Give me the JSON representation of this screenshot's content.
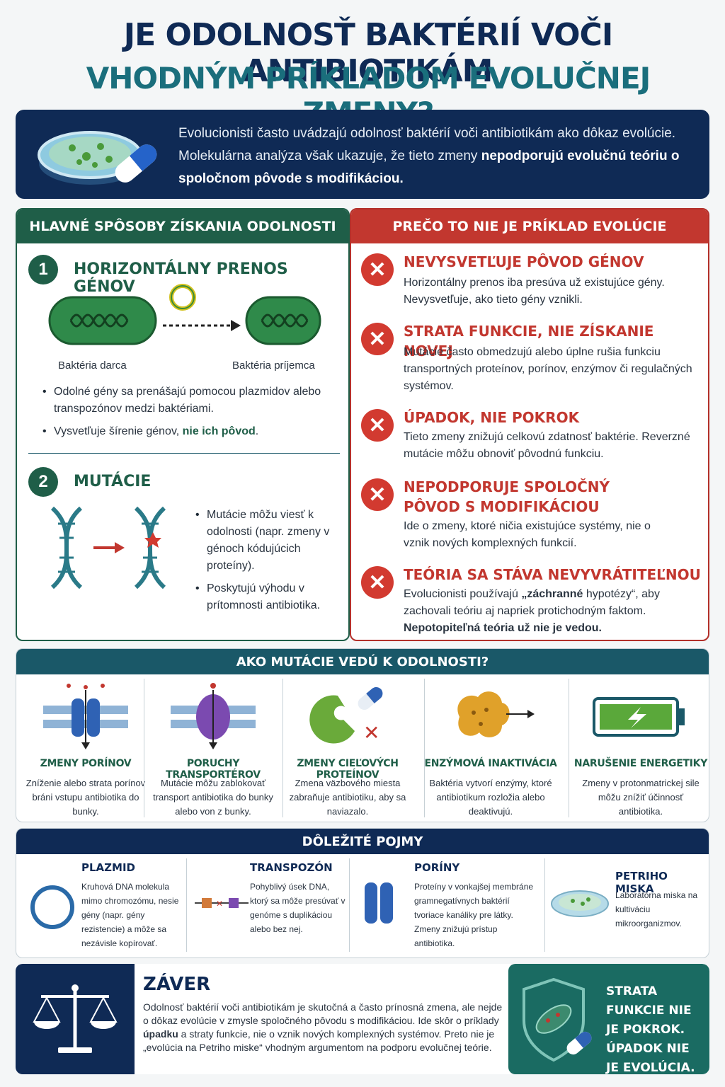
{
  "title": {
    "line1": "JE ODOLNOSŤ BAKTÉRIÍ VOČI ANTIBIOTIKÁM",
    "line2": "VHODNÝM PRÍKLADOM EVOLUČNEJ ZMENY?"
  },
  "intro": {
    "text_plain": "Evolucionisti často uvádzajú odolnosť baktérií voči antibiotikám ako dôkaz evolúcie. Molekulárna analýza však ukazuje, že tieto zmeny",
    "text_bold": "nepodporujú evolučnú teóriu o spoločnom pôvode s modifikáciou."
  },
  "left_panel": {
    "header": "HLAVNÉ SPÔSOBY ZÍSKANIA ODOLNOSTI",
    "section1": {
      "number": "1",
      "title": "HORIZONTÁLNY PRENOS GÉNOV",
      "donor_label": "Baktéria darca",
      "recipient_label": "Baktéria príjemca",
      "bullet1": "Odolné gény sa prenášajú pomocou plazmidov alebo transpozónov medzi baktériami.",
      "bullet2_plain": "Vysvetľuje šírenie génov, ",
      "bullet2_bold": "nie ich pôvod",
      "bullet2_end": "."
    },
    "section2": {
      "number": "2",
      "title": "MUTÁCIE",
      "bullet1": "Mutácie môžu viesť k odolnosti (napr. zmeny v génoch kódujúcich proteíny).",
      "bullet2": "Poskytujú výhodu v prítomnosti antibiotika."
    }
  },
  "right_panel": {
    "header": "PREČO TO NIE JE PRÍKLAD EVOLÚCIE",
    "items": [
      {
        "title": "NEVYSVETĽUJE PÔVOD GÉNOV",
        "body": "Horizontálny prenos iba presúva už existujúce gény. Nevysvetľuje, ako tieto gény vznikli."
      },
      {
        "title": "STRATA FUNKCIE, NIE ZÍSKANIE NOVEJ",
        "body": "Mutácie často obmedzujú alebo úplne rušia funkciu transportných proteínov, porínov, enzýmov či regulačných systémov."
      },
      {
        "title": "ÚPADOK, NIE POKROK",
        "body": "Tieto zmeny znižujú celkovú zdatnosť baktérie. Reverzné mutácie môžu obnoviť pôvodnú funkciu."
      },
      {
        "title": "NEPODPORUJE SPOLOČNÝ PÔVOD S MODIFIKÁCIOU",
        "body": "Ide o zmeny, ktoré ničia existujúce systémy, nie o vznik nových komplexných funkcií."
      },
      {
        "title": "TEÓRIA SA STÁVA NEVYVRÁTITEĽNOU",
        "body_part1": "Evolucionisti používajú ",
        "body_bold": "„záchranné",
        "body_part2": " hypotézy“, aby zachovali teóriu aj napriek protichodným faktom.",
        "body_final": "Nepotopiteľná teória už nie je vedou."
      }
    ]
  },
  "mechanisms": {
    "header": "AKO MUTÁCIE VEDÚ K ODOLNOSTI?",
    "items": [
      {
        "title": "ZMENY PORÍNOV",
        "body": "Zníženie alebo strata porínov bráni vstupu antibiotika do bunky."
      },
      {
        "title": "PORUCHY TRANSPORTÉROV",
        "body": "Mutácie môžu zablokovať transport antibiotika do bunky alebo von z bunky."
      },
      {
        "title": "ZMENY CIEĽOVÝCH PROTEÍNOV",
        "body": "Zmena väzbového miesta zabraňuje antibiotiku, aby sa naviazalo."
      },
      {
        "title": "ENZÝMOVÁ INAKTIVÁCIA",
        "body": "Baktéria vytvorí enzýmy, ktoré antibiotikum rozložia alebo deaktivujú."
      },
      {
        "title": "NARUŠENIE ENERGETIKY",
        "body": "Zmeny v protonmatrickej sile môžu znížiť účinnosť antibiotika."
      }
    ]
  },
  "terms": {
    "header": "DÔLEŽITÉ POJMY",
    "items": [
      {
        "title": "PLAZMID",
        "body": "Kruhová DNA molekula mimo chromozómu, nesie gény (napr. gény rezistencie) a môže sa nezávisle kopírovať."
      },
      {
        "title": "TRANSPOZÓN",
        "body": "Pohyblivý úsek DNA, ktorý sa môže presúvať v genóme s duplikáciou alebo bez nej."
      },
      {
        "title": "PORÍNY",
        "body": "Proteíny v vonkajšej membráne gramnegatívnych baktérií tvoriace kanáliky pre látky. Zmeny znižujú prístup antibiotika."
      },
      {
        "title": "PETRIHO MISKA",
        "body": "Laboratórna miska na kultiváciu mikroorganizmov."
      }
    ]
  },
  "conclusion": {
    "title": "ZÁVER",
    "text_a": "Odolnosť baktérií voči antibiotikám je skutočná a často prínosná zmena, ale nejde o dôkaz evolúcie v zmysle spoločného pôvodu s modifikáciou. Ide skôr o príklady ",
    "text_bold1": "úpadku",
    "text_b": " a straty funkcie, nie o vznik nových komplexných systémov. Preto nie je „evolúcia na Petriho miske“ vhodným argumentom na podporu evolučnej teórie.",
    "slogan": "STRATA FUNKCIE NIE JE POKROK. ÚPADOK NIE JE EVOLÚCIA."
  },
  "colors": {
    "navy": "#0f2a55",
    "teal": "#1a6e7c",
    "green": "#1f5e48",
    "red": "#c2372f"
  }
}
